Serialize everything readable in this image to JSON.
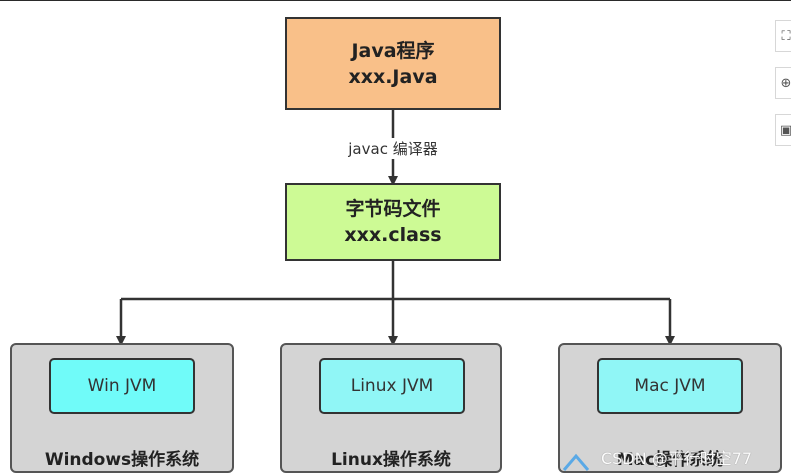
{
  "java_source": {
    "line1": "Java程序",
    "line2": "xxx.Java"
  },
  "compile_edge": "javac 编译器",
  "bytecode": {
    "line1": "字节码文件",
    "line2": "xxx.class"
  },
  "platforms": [
    {
      "jvm": "Win JVM",
      "os": "Windows操作系统"
    },
    {
      "jvm": "Linux JVM",
      "os": "Linux操作系统"
    },
    {
      "jvm": "Mac JVM",
      "os": "Mac操作系统"
    }
  ],
  "watermark": "CSDN @平行时空77",
  "colors": {
    "java_box": "#f9c089",
    "class_box": "#cdfa95",
    "jvm": "#70fbf9",
    "os_box": "#d4d4d4"
  }
}
